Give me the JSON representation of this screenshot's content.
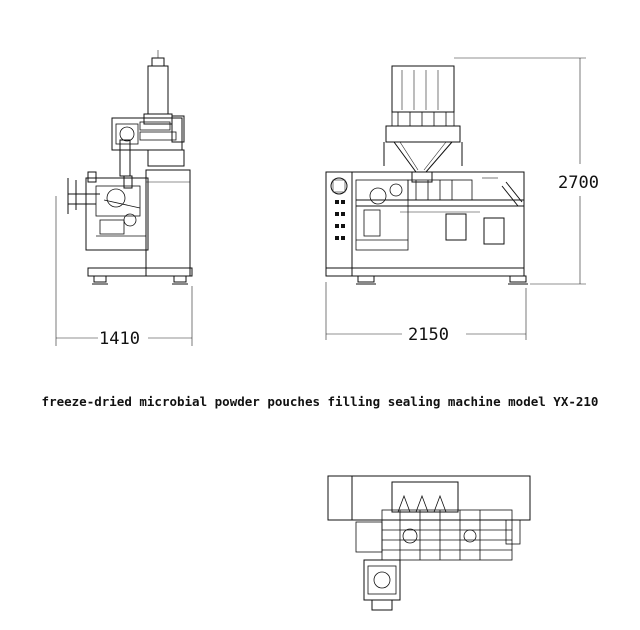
{
  "caption": "freeze-dried microbial powder pouches filling sealing machine model YX-210",
  "dimensions": {
    "side_width": "1410",
    "front_width": "2150",
    "height": "2700"
  }
}
